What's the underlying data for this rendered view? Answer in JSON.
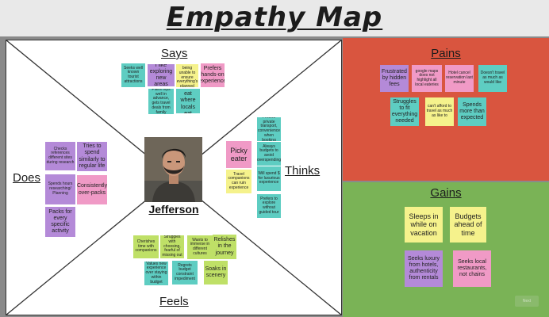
{
  "title": "Empathy Map",
  "persona": {
    "name": "Jefferson"
  },
  "quadrants": {
    "says": "Says",
    "thinks": "Thinks",
    "does": "Does",
    "feels": "Feels"
  },
  "says_notes": [
    "Seeks well known tourist attractions",
    "I like exploring new areas",
    "Hates being unable to ensure everything's planned",
    "Prefers hands-on experience",
    "Plans trips well in advance, gets travel deals from family",
    "Wants to eat where locals eat"
  ],
  "thinks_notes": [
    "Prefers private transport, convenience when booking",
    "Picky eater",
    "Always budgets to avoid overspending",
    "Travel companions can ruin experience",
    "Will spend $ for luxurious experience",
    "Prefers to explore without guided tour"
  ],
  "does_notes": [
    "Checks references different sites during research",
    "Tries to spend similarly to regular life",
    "Spends hours researching/ Planning",
    "Consistently over-packs",
    "Packs for every specific activity"
  ],
  "feels_notes": [
    "Cherishes time with companions",
    "Struggles with choosing, fearful of missing out",
    "Wants to immerse in different cultures",
    "Relishes in the journey",
    "Values new experience over staying within budget",
    "Regrets budget constraint impediment",
    "Soaks in scenery"
  ],
  "pains": {
    "label": "Pains",
    "notes": [
      "Frustrated by hidden fees",
      "google maps does not highlight all local eateries",
      "Hotel cancel reservation last minute",
      "Doesn't travel as much as would like",
      "Struggles to fit everything needed",
      "can't afford to travel as much as like to",
      "Spends more than expected"
    ]
  },
  "gains": {
    "label": "Gains",
    "notes": [
      "Sleeps in while on vacation",
      "Budgets ahead of time",
      "Seeks luxury from hotels, authenticity from rentals",
      "Seeks local restaurants, not chains"
    ]
  },
  "corner_button": "Next",
  "colors": {
    "pains_bg": "#d9553f",
    "gains_bg": "#7ab356",
    "note_pink": "#f09ac6",
    "note_purple": "#b48ad8",
    "note_teal": "#5ecdc2",
    "note_yellow": "#f5f28c",
    "note_lime": "#bfe067"
  }
}
